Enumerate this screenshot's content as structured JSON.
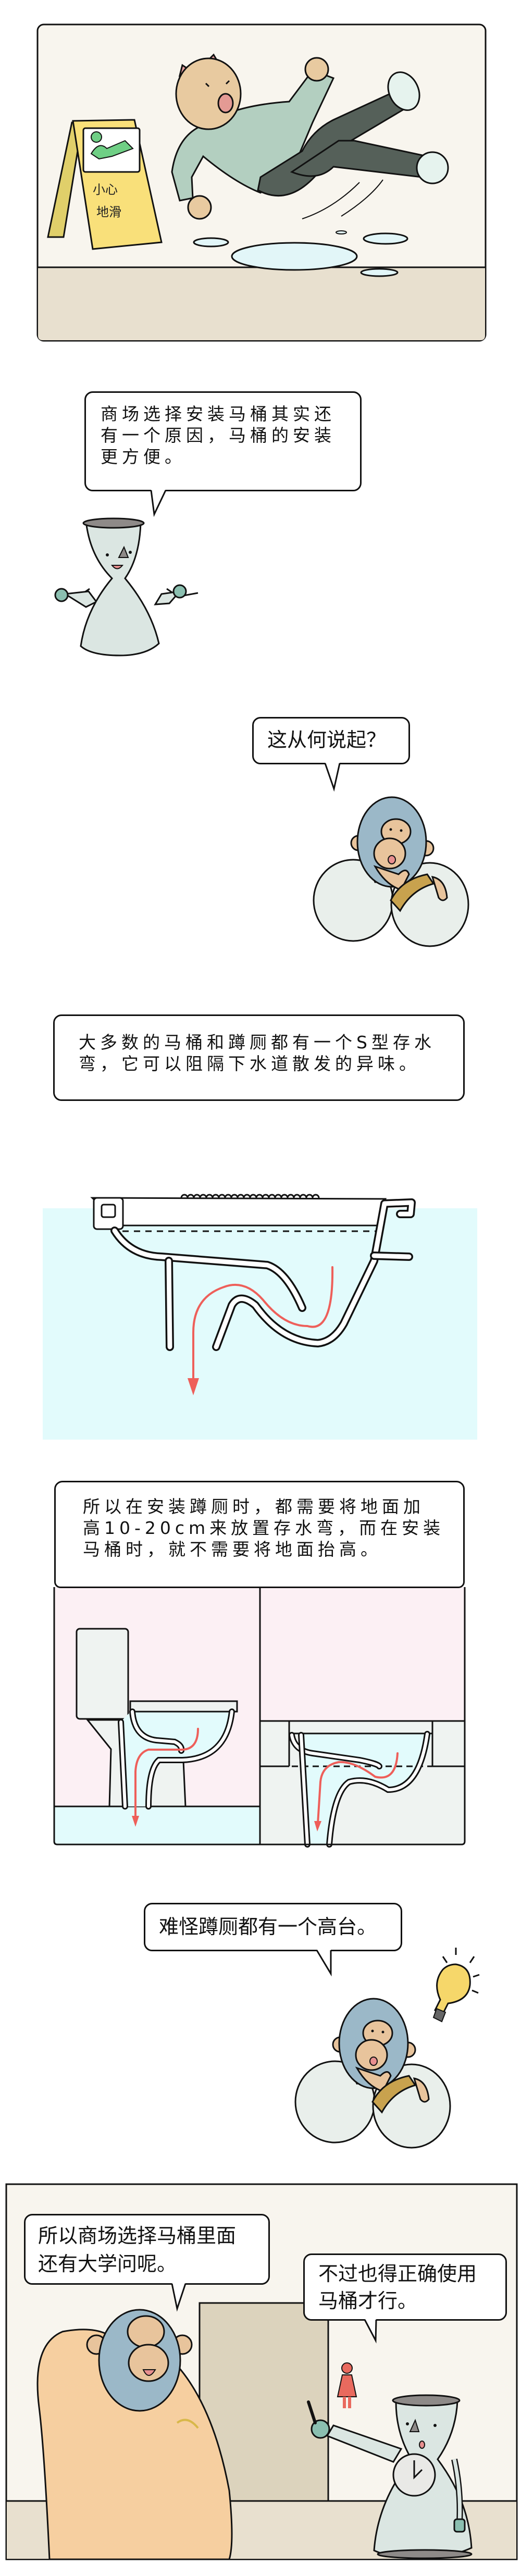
{
  "panel1": {
    "sign_text": [
      "小心",
      "地滑"
    ]
  },
  "bubble1": {
    "lines": [
      "商场选择安装马桶其实还",
      "有一个原因，马桶的安装",
      "更方便。"
    ]
  },
  "bubble2": {
    "lines": [
      "这从何说起？"
    ]
  },
  "bubble3": {
    "lines": [
      "大多数的马桶和蹲厕都有一个S型存水",
      "弯，它可以阻隔下水道散发的异味。"
    ]
  },
  "bubble4": {
    "lines": [
      "所以在安装蹲厕时，都需要将地面加",
      "高10-20cm来放置存水弯，而在安装",
      "马桶时，就不需要将地面抬高。"
    ]
  },
  "bubble5": {
    "lines": [
      "难怪蹲厕都有一个高台。"
    ]
  },
  "bubble6": {
    "lines": [
      "所以商场选择马桶里面",
      "还有大学问呢。"
    ]
  },
  "bubble7": {
    "lines": [
      "不过也得正确使用",
      "马桶才行。"
    ]
  },
  "colors": {
    "arrow": "#ee5f5a",
    "water": "#e2fbfc",
    "wall_pink": "#fcf0f4",
    "panel_bg": "#f8f5ee",
    "floor": "#e8e0cf"
  }
}
